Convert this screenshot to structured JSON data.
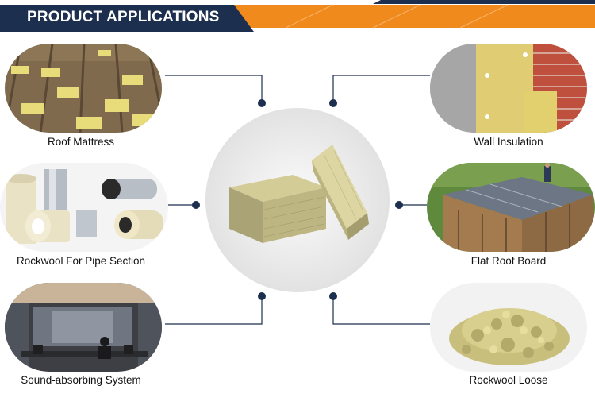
{
  "header": {
    "title": "PRODUCT APPLICATIONS"
  },
  "colors": {
    "navy": "#1c2f4f",
    "orange": "#f08a1d",
    "connector": "#1c2f4f"
  },
  "center_image": {
    "name": "rockwool-board-blocks"
  },
  "applications": [
    {
      "label": "Roof Mattress",
      "image": "roof-mattress-photo"
    },
    {
      "label": "Wall Insulation",
      "image": "wall-insulation-photo"
    },
    {
      "label": "Rockwool For Pipe Section",
      "image": "pipe-section-photo"
    },
    {
      "label": "Flat Roof Board",
      "image": "flat-roof-board-photo"
    },
    {
      "label": "Sound-absorbing System",
      "image": "sound-absorbing-photo"
    },
    {
      "label": "Rockwool Loose",
      "image": "rockwool-loose-photo"
    }
  ]
}
